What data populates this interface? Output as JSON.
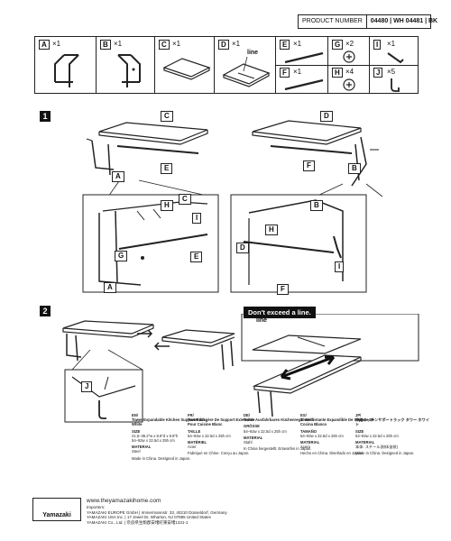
{
  "header": {
    "product_number_label": "PRODUCT NUMBER",
    "product_numbers": "04480 | WH   04481 | BK"
  },
  "parts": [
    {
      "letter": "A",
      "qty": "×1"
    },
    {
      "letter": "B",
      "qty": "×1"
    },
    {
      "letter": "C",
      "qty": "×1"
    },
    {
      "letter": "D",
      "qty": "×1",
      "note": "line"
    },
    {
      "letter": "E",
      "qty": "×1"
    },
    {
      "letter": "F",
      "qty": "×1"
    },
    {
      "letter": "G",
      "qty": "×2"
    },
    {
      "letter": "H",
      "qty": "×4"
    },
    {
      "letter": "I",
      "qty": "×1"
    },
    {
      "letter": "J",
      "qty": "×5"
    }
  ],
  "steps": {
    "one": "1",
    "two": "2"
  },
  "step2": {
    "warning": "Don't exceed a line.",
    "line_label": "line"
  },
  "callouts": [
    "A",
    "B",
    "C",
    "D",
    "E",
    "F",
    "G",
    "H",
    "I",
    "J"
  ],
  "info": [
    {
      "lang": "EN/",
      "name": "Tower Expandable Kitchen Support Rack White",
      "size_h": "SIZE",
      "size": "21.5–36.2\"w x 8.9\"d x 9.8\"h",
      "size2": "54–92w x 22.5d x 25h cm",
      "mat_h": "MATERIAL",
      "mat": "Steel",
      "origin": "Made in China. Designed in Japan."
    },
    {
      "lang": "FR/",
      "name": "Tower Étagère De Support Extensible Pour Cuisine Blanc",
      "size_h": "TAILLE",
      "size": "54–92w x 22.5d x 25h cm",
      "size2": "",
      "mat_h": "MATÉRIEL",
      "mat": "Acier",
      "origin": "Fabriqué en Chine. Conçu au Japon."
    },
    {
      "lang": "DE/",
      "name": "Tower Ausfahrbares Küchenregal Weiß",
      "size_h": "GRÖSSE",
      "size": "54–92w x 22.5d x 25h cm",
      "size2": "",
      "mat_h": "MATERIAL",
      "mat": "Stahl",
      "origin": "In China hergestellt. Entworfen in Japan."
    },
    {
      "lang": "ES/",
      "name": "Tower Estante Expandible De Soporte De Cocina Blanco",
      "size_h": "TAMAÑO",
      "size": "54–92w x 22.5d x 25h cm",
      "size2": "",
      "mat_h": "MATERIAL",
      "mat": "Acero",
      "origin": "Hecho en China. Diseñado en Japón."
    },
    {
      "lang": "JP/",
      "name": "伸縮キッチンサポートラック タワー ホワイト",
      "size_h": "SIZE",
      "size": "54–92w x 22.5d x 25h cm",
      "size2": "",
      "mat_h": "MATERIAL",
      "mat": "本体: スチール(粉体塗装)",
      "origin": "Made in China. Designed in Japan."
    }
  ],
  "footer": {
    "brand": "Yamazaki",
    "url": "www.theyamazakihome.com",
    "importers": "Importers:",
    "line1": "YAMAZAKI EUROPE GmbH | Immermannstr. 33, 40210 Düsseldorf, Germany",
    "line2": "YAMAZAKI USA Inc. | 17 Jewel Dr, Wharton, NJ 07885 United States",
    "line3": "YAMAZAKI Co., Ltd. | 奈良県生駒郡安堵町東安堵1331-1"
  }
}
